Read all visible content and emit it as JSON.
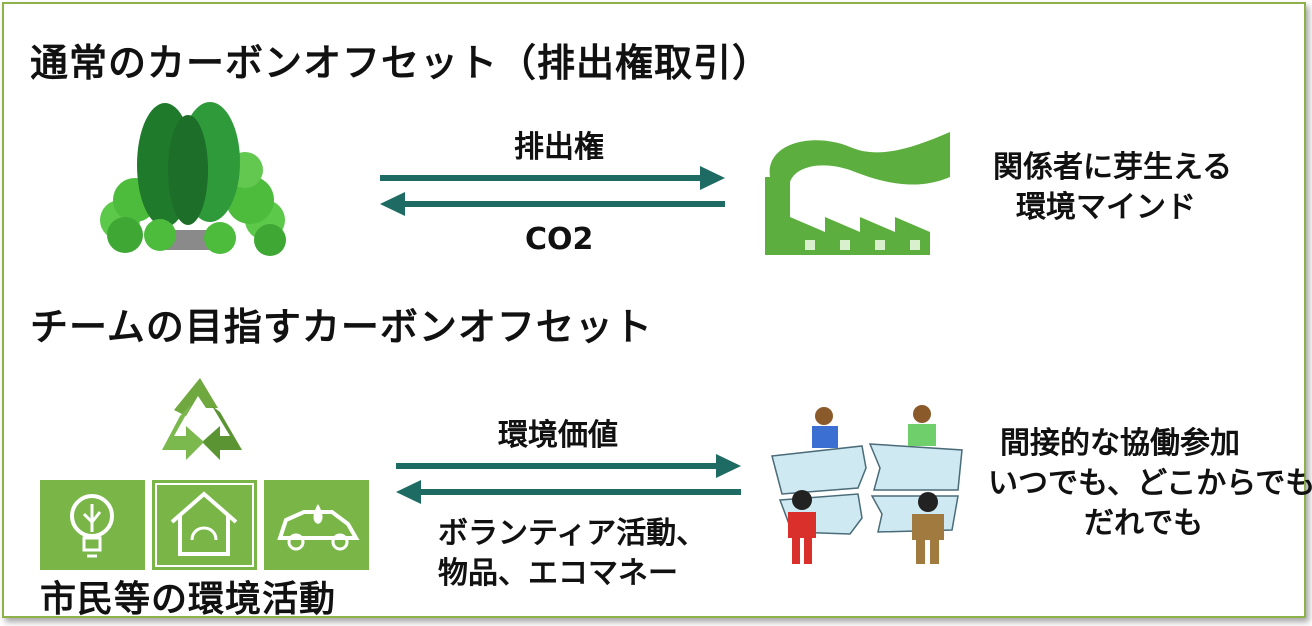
{
  "top": {
    "title": "通常のカーボンオフセット（排出権取引）",
    "arrow_top_label": "排出権",
    "arrow_bottom_label": "CO2",
    "note_line1": "関係者に芽生える",
    "note_line2": "環境マインド"
  },
  "bottom": {
    "title": "チームの目指すカーボンオフセット",
    "arrow_top_label": "環境価値",
    "arrow_bottom_label_line1": "ボランティア活動、",
    "arrow_bottom_label_line2": "物品、エコマネー",
    "caption": "市民等の環境活動",
    "note_line1": "間接的な協働参加",
    "note_line2": "いつでも、どこからでも",
    "note_line3": "だれでも"
  },
  "icons": {
    "forest": "forest-icon",
    "factory": "factory-icon",
    "recycle": "recycle-icon",
    "bulb": "lightbulb-icon",
    "house": "house-icon",
    "car": "eco-car-icon",
    "people": "people-puzzle-icon"
  },
  "colors": {
    "arrow": "#1e6b63",
    "green_dark": "#2f8a3a",
    "green_light": "#7bc24a",
    "icon_green": "#7ab548",
    "border": "#8db24a"
  }
}
